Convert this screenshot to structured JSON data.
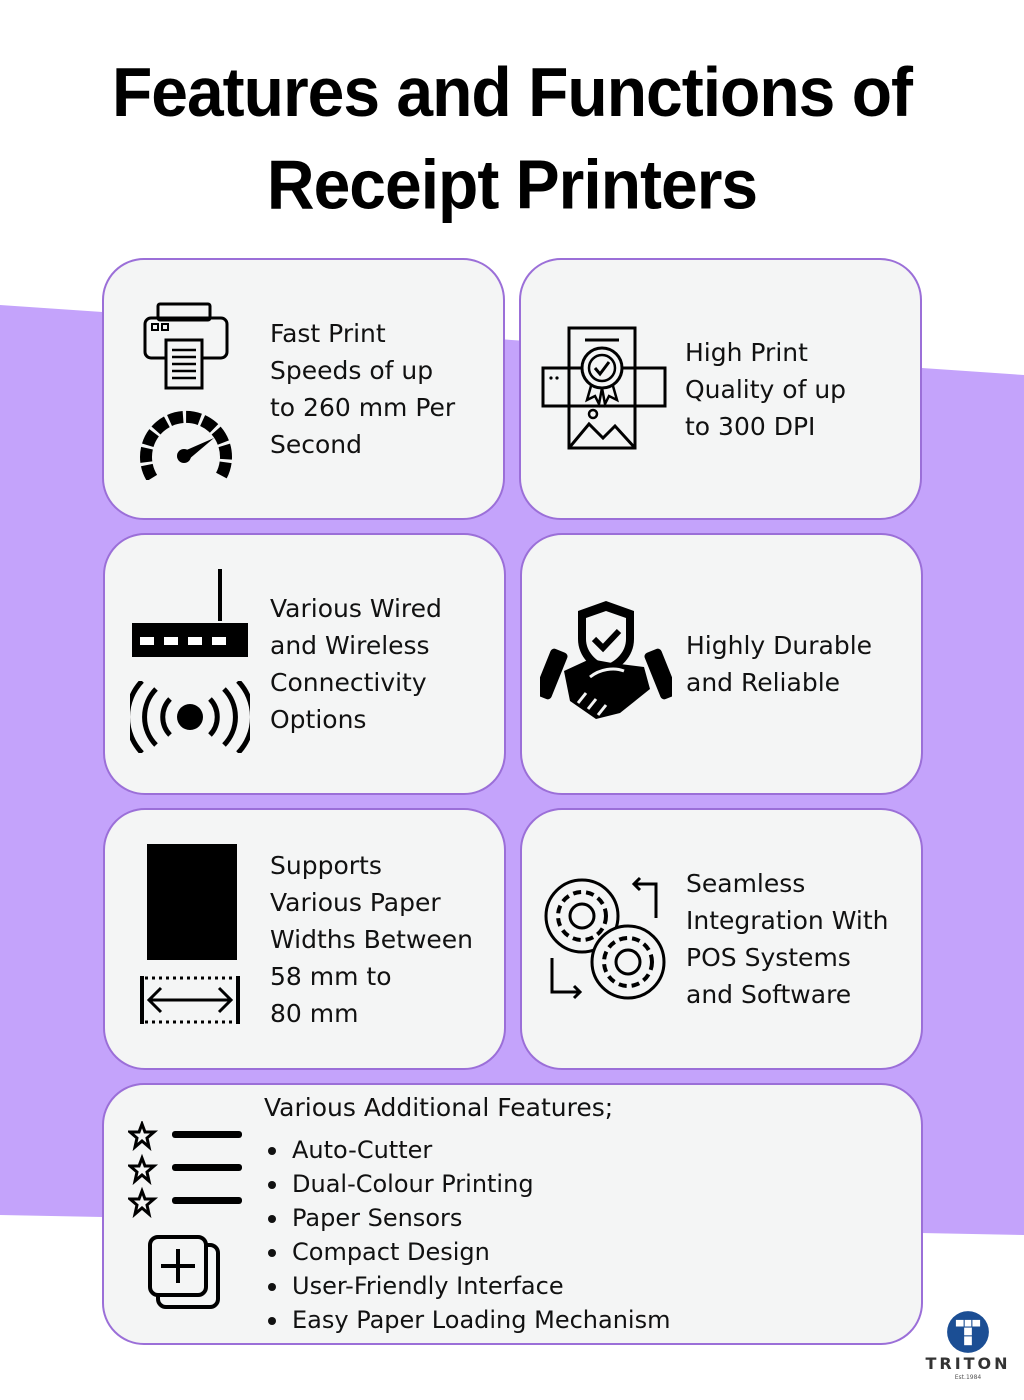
{
  "title": {
    "line1": "Features and Functions of",
    "line2": "Receipt Printers"
  },
  "colors": {
    "accent_band": "#c4a3fb",
    "card_border": "#9b6fd8",
    "card_bg": "#f4f5f5",
    "logo_blue": "#1b4e94"
  },
  "cards": [
    {
      "id": "print-speed",
      "icons": [
        "printer-icon",
        "speedometer-icon"
      ],
      "lines": [
        "Fast Print",
        "Speeds of up",
        "to 260 mm Per",
        "Second"
      ]
    },
    {
      "id": "print-quality",
      "icons": [
        "certified-print-icon"
      ],
      "lines": [
        "High Print",
        "Quality of up",
        "to 300 DPI"
      ]
    },
    {
      "id": "connectivity",
      "icons": [
        "router-icon",
        "wireless-signal-icon"
      ],
      "lines": [
        "Various Wired",
        "and Wireless",
        "Connectivity",
        "Options"
      ]
    },
    {
      "id": "durability",
      "icons": [
        "handshake-shield-icon"
      ],
      "lines": [
        "Highly Durable",
        "and Reliable"
      ]
    },
    {
      "id": "paper-width",
      "icons": [
        "paper-roll-icon",
        "width-arrow-icon"
      ],
      "lines": [
        "Supports",
        "Various Paper",
        "Widths Between",
        "58 mm to",
        "80 mm"
      ]
    },
    {
      "id": "integration",
      "icons": [
        "gears-sync-icon"
      ],
      "lines": [
        "Seamless",
        "Integration With",
        "POS Systems",
        "and Software"
      ]
    }
  ],
  "extras": {
    "title": "Various Additional Features;",
    "items": [
      "Auto-Cutter",
      "Dual-Colour Printing",
      "Paper Sensors",
      "Compact Design",
      "User-Friendly Interface",
      "Easy Paper Loading Mechanism"
    ]
  },
  "logo": {
    "name": "TRITON",
    "est": "Est.1984"
  }
}
